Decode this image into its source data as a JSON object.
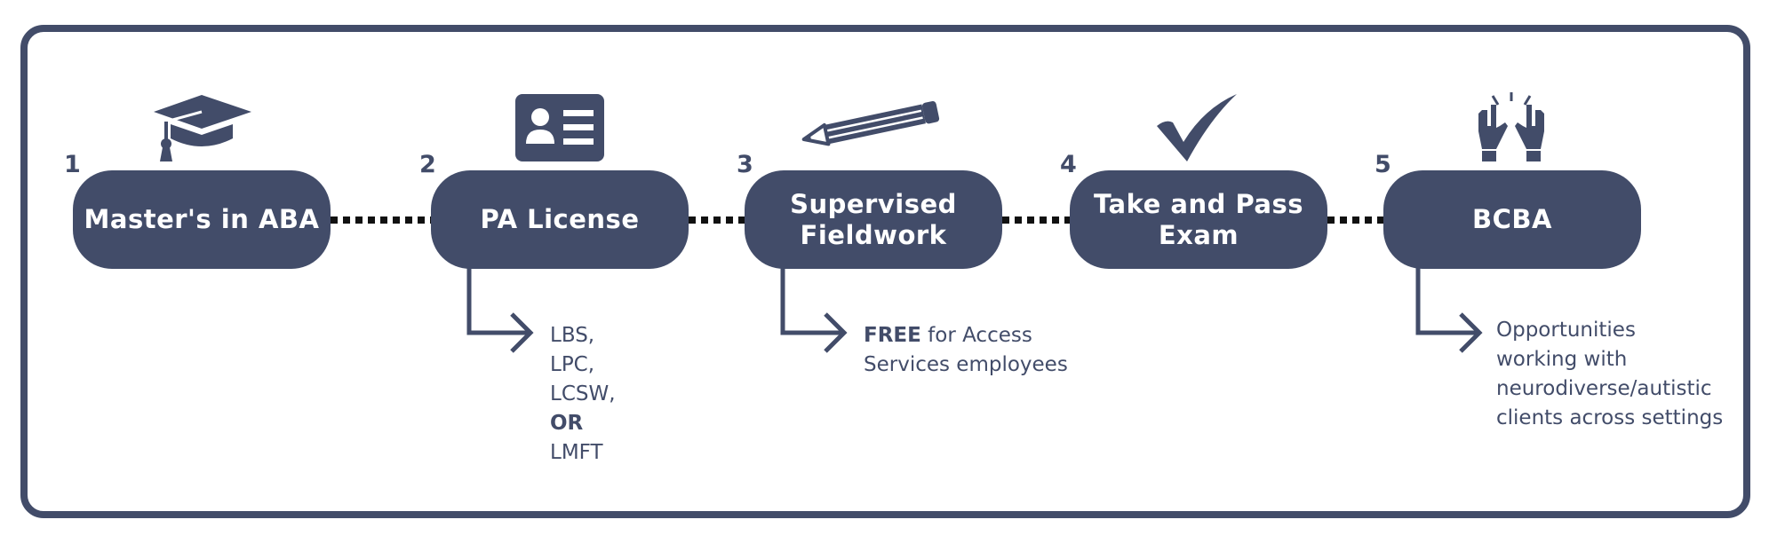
{
  "theme": {
    "primary": "#424c69",
    "connector": "#111111",
    "background": "#ffffff"
  },
  "steps": [
    {
      "number": "1",
      "line1": "Master's in ABA",
      "line2": "",
      "icon": "graduation-cap-icon"
    },
    {
      "number": "2",
      "line1": "PA License",
      "line2": "",
      "icon": "id-card-icon"
    },
    {
      "number": "3",
      "line1": "Supervised",
      "line2": "Fieldwork",
      "icon": "pencil-icon"
    },
    {
      "number": "4",
      "line1": "Take and Pass",
      "line2": "Exam",
      "icon": "checkmark-icon"
    },
    {
      "number": "5",
      "line1": "BCBA",
      "line2": "",
      "icon": "raised-hands-icon"
    }
  ],
  "notes": {
    "license": {
      "l1": "LBS,",
      "l2": "LPC,",
      "l3": "LCSW,",
      "l4": "OR",
      "l5": "LMFT"
    },
    "fieldwork": {
      "bold": "FREE",
      "l1": " for Access",
      "l2": "Services employees"
    },
    "bcba": {
      "l1": "Opportunities",
      "l2": "working with",
      "l3": "neurodiverse/autistic",
      "l4": "clients across settings"
    }
  }
}
